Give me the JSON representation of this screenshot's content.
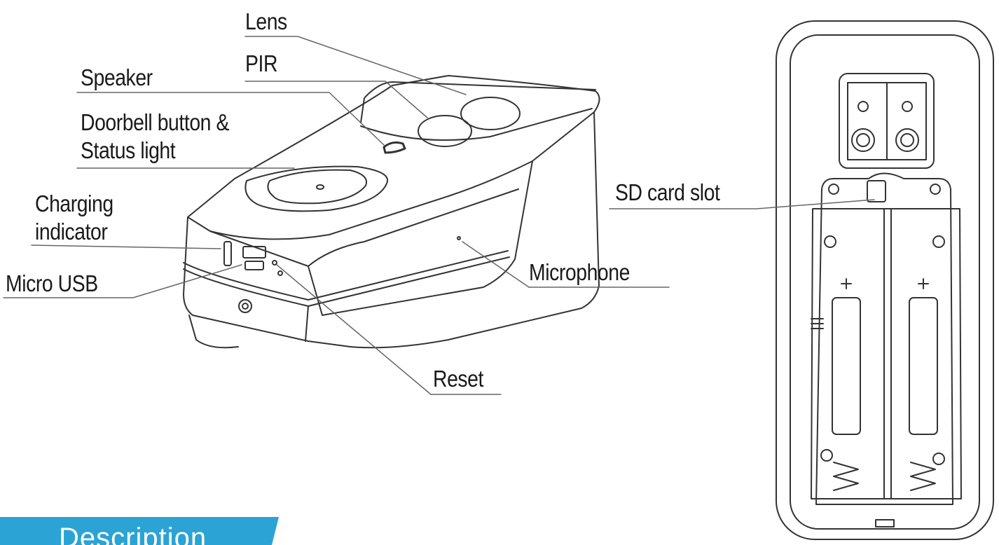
{
  "labels": {
    "lens": "Lens",
    "pir": "PIR",
    "speaker": "Speaker",
    "doorbell_line1": "Doorbell button &",
    "doorbell_line2": "Status light",
    "charging_line1": "Charging",
    "charging_line2": "indicator",
    "micro_usb": "Micro USB",
    "microphone": "Microphone",
    "reset": "Reset",
    "sd_card_slot": "SD card slot"
  },
  "banner": {
    "text": "Description",
    "color": "#2ba3d4"
  },
  "colors": {
    "line": "#333333",
    "leader": "#666666",
    "text": "#1a1a1a"
  }
}
